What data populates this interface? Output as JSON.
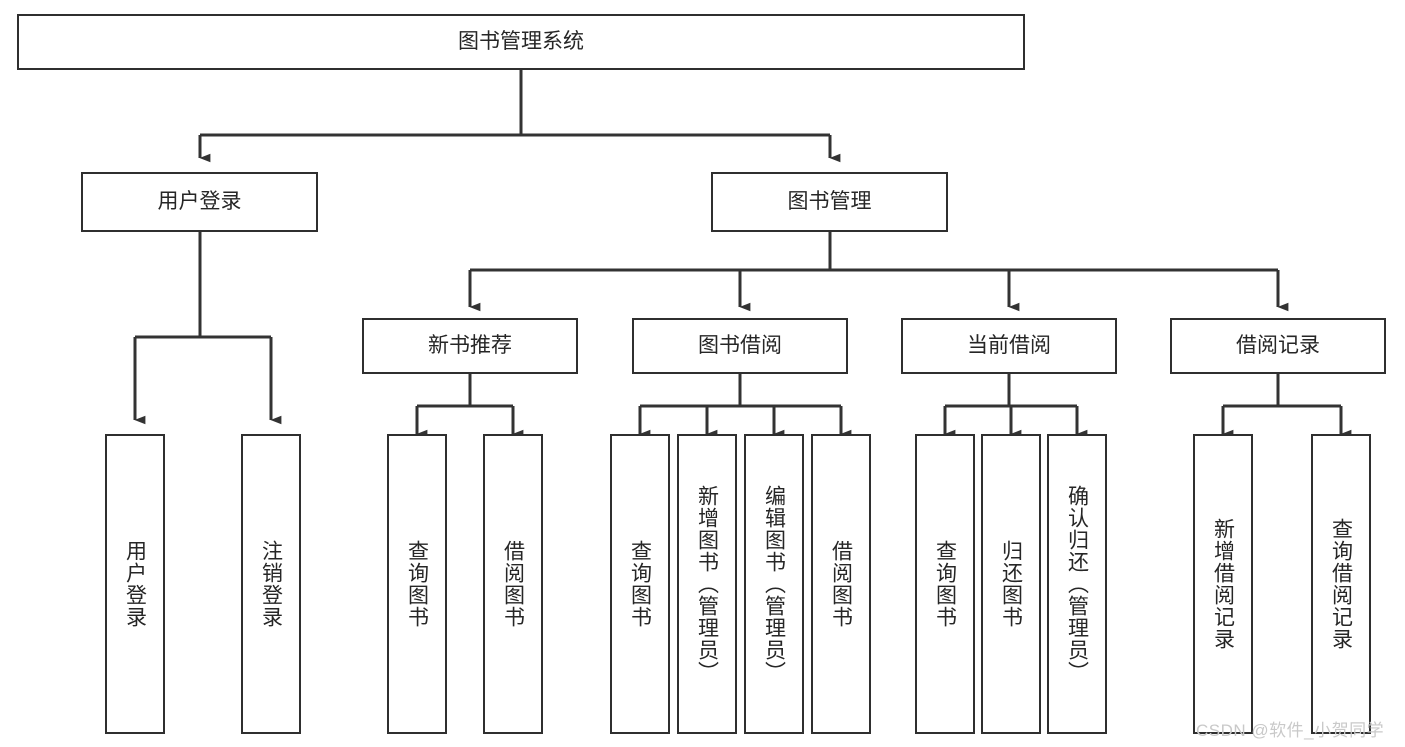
{
  "diagram": {
    "title": "图书管理系统",
    "type": "tree-hierarchy",
    "watermark": "CSDN @软件_小贺同学",
    "colors": {
      "border": "#2f2f2f",
      "background": "#ffffff",
      "text": "#262626",
      "connector": "#333333",
      "watermark": "#c9c9c9"
    },
    "root": {
      "id": "root",
      "label": "图书管理系统"
    },
    "level2": [
      {
        "id": "user-login",
        "label": "用户登录"
      },
      {
        "id": "book-manage",
        "label": "图书管理"
      }
    ],
    "level3": [
      {
        "id": "new-book-recommend",
        "label": "新书推荐"
      },
      {
        "id": "book-borrow",
        "label": "图书借阅"
      },
      {
        "id": "current-borrow",
        "label": "当前借阅"
      },
      {
        "id": "borrow-record",
        "label": "借阅记录"
      }
    ],
    "leaves": {
      "user-login": [
        {
          "id": "leaf-user-login",
          "label": "用户登录"
        },
        {
          "id": "leaf-logout-login",
          "label": "注销登录"
        }
      ],
      "new-book-recommend": [
        {
          "id": "leaf-query-book-1",
          "label": "查询图书"
        },
        {
          "id": "leaf-borrow-book-1",
          "label": "借阅图书"
        }
      ],
      "book-borrow": [
        {
          "id": "leaf-query-book-2",
          "label": "查询图书"
        },
        {
          "id": "leaf-add-book",
          "label": "新增图书（管理员）"
        },
        {
          "id": "leaf-edit-book",
          "label": "编辑图书（管理员）"
        },
        {
          "id": "leaf-borrow-book-2",
          "label": "借阅图书"
        }
      ],
      "current-borrow": [
        {
          "id": "leaf-query-book-3",
          "label": "查询图书"
        },
        {
          "id": "leaf-return-book",
          "label": "归还图书"
        },
        {
          "id": "leaf-confirm-return",
          "label": "确认归还（管理员）"
        }
      ],
      "borrow-record": [
        {
          "id": "leaf-add-record",
          "label": "新增借阅记录"
        },
        {
          "id": "leaf-query-record",
          "label": "查询借阅记录"
        }
      ]
    }
  }
}
